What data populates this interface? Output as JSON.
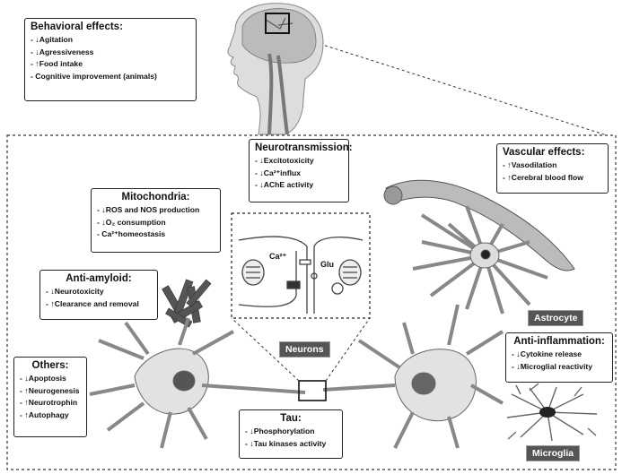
{
  "behavioral": {
    "title": "Behavioral effects:",
    "items": [
      {
        "arrow": "↓",
        "text": "Agitation"
      },
      {
        "arrow": "↓",
        "text": "Agressiveness"
      },
      {
        "arrow": "↑",
        "text": "Food intake"
      },
      {
        "arrow": "",
        "text": "Cognitive improvement (animals)"
      }
    ]
  },
  "neurotransmission": {
    "title": "Neurotransmission:",
    "items": [
      {
        "arrow": "↓",
        "text": "Excitotoxicity"
      },
      {
        "arrow": "↓",
        "text": "Ca²⁺influx"
      },
      {
        "arrow": "↓",
        "text": "AChE activity"
      }
    ]
  },
  "vascular": {
    "title": "Vascular effects:",
    "items": [
      {
        "arrow": "↑",
        "text": "Vasodilation"
      },
      {
        "arrow": "↑",
        "text": "Cerebral blood flow"
      }
    ]
  },
  "mitochondria": {
    "title": "Mitochondria:",
    "items": [
      {
        "arrow": "↓",
        "text": "ROS and NOS production"
      },
      {
        "arrow": "↓",
        "text": "O₂ consumption"
      },
      {
        "arrow": "",
        "text": "Ca²⁺homeostasis"
      }
    ]
  },
  "antiamyloid": {
    "title": "Anti-amyloid:",
    "items": [
      {
        "arrow": "↓",
        "text": "Neurotoxicity"
      },
      {
        "arrow": "↑",
        "text": "Clearance and removal"
      }
    ]
  },
  "others": {
    "title": "Others:",
    "items": [
      {
        "arrow": "↓",
        "text": "Apoptosis"
      },
      {
        "arrow": "↑",
        "text": "Neurogenesis"
      },
      {
        "arrow": "↑",
        "text": "Neurotrophin"
      },
      {
        "arrow": "↑",
        "text": "Autophagy"
      }
    ]
  },
  "tau": {
    "title": "Tau:",
    "items": [
      {
        "arrow": "↓",
        "text": "Phosphorylation"
      },
      {
        "arrow": "↓",
        "text": "Tau kinases activity"
      }
    ]
  },
  "antiinflammation": {
    "title": "Anti-inflammation:",
    "items": [
      {
        "arrow": "↓",
        "text": "Cytokine release"
      },
      {
        "arrow": "↓",
        "text": "Microglial reactivity"
      }
    ]
  },
  "labels": {
    "astrocyte": "Astrocyte",
    "neurons": "Neurons",
    "microglia": "Microglia",
    "calcium": "Ca²⁺",
    "glu": "Glu"
  }
}
